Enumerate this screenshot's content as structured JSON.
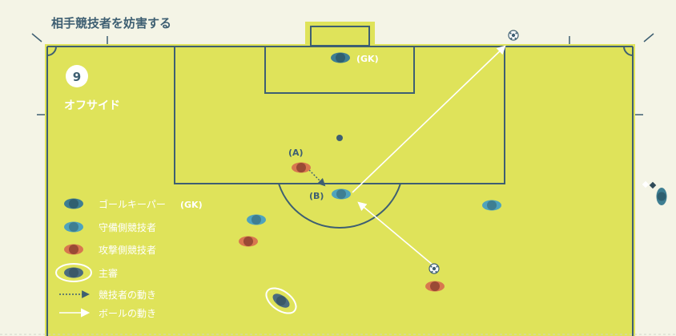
{
  "title": "相手競技者を妨害する",
  "badge_number": "9",
  "subtitle": "オフサイド",
  "labels": {
    "gk": "(GK)",
    "a": "(A)",
    "b": "(B)"
  },
  "legend": [
    {
      "text": "ゴールキーパー",
      "suffix": "(GK)"
    },
    {
      "text": "守備側競技者",
      "suffix": ""
    },
    {
      "text": "攻撃側競技者",
      "suffix": ""
    },
    {
      "text": "主審",
      "suffix": ""
    },
    {
      "text": "競技者の動き",
      "suffix": ""
    },
    {
      "text": "ボールの動き",
      "suffix": ""
    }
  ],
  "colors": {
    "pitch": "#dfe35a",
    "line": "#3e5f72",
    "defender": "#4fa3bd",
    "goalkeeper": "#3e7e92",
    "attacker": "#c86a4c",
    "referee": "#4b6c7e",
    "white": "#ffffff"
  },
  "icons": {
    "ball": "soccer-ball-icon",
    "flag": "assistant-referee-flag-icon"
  }
}
